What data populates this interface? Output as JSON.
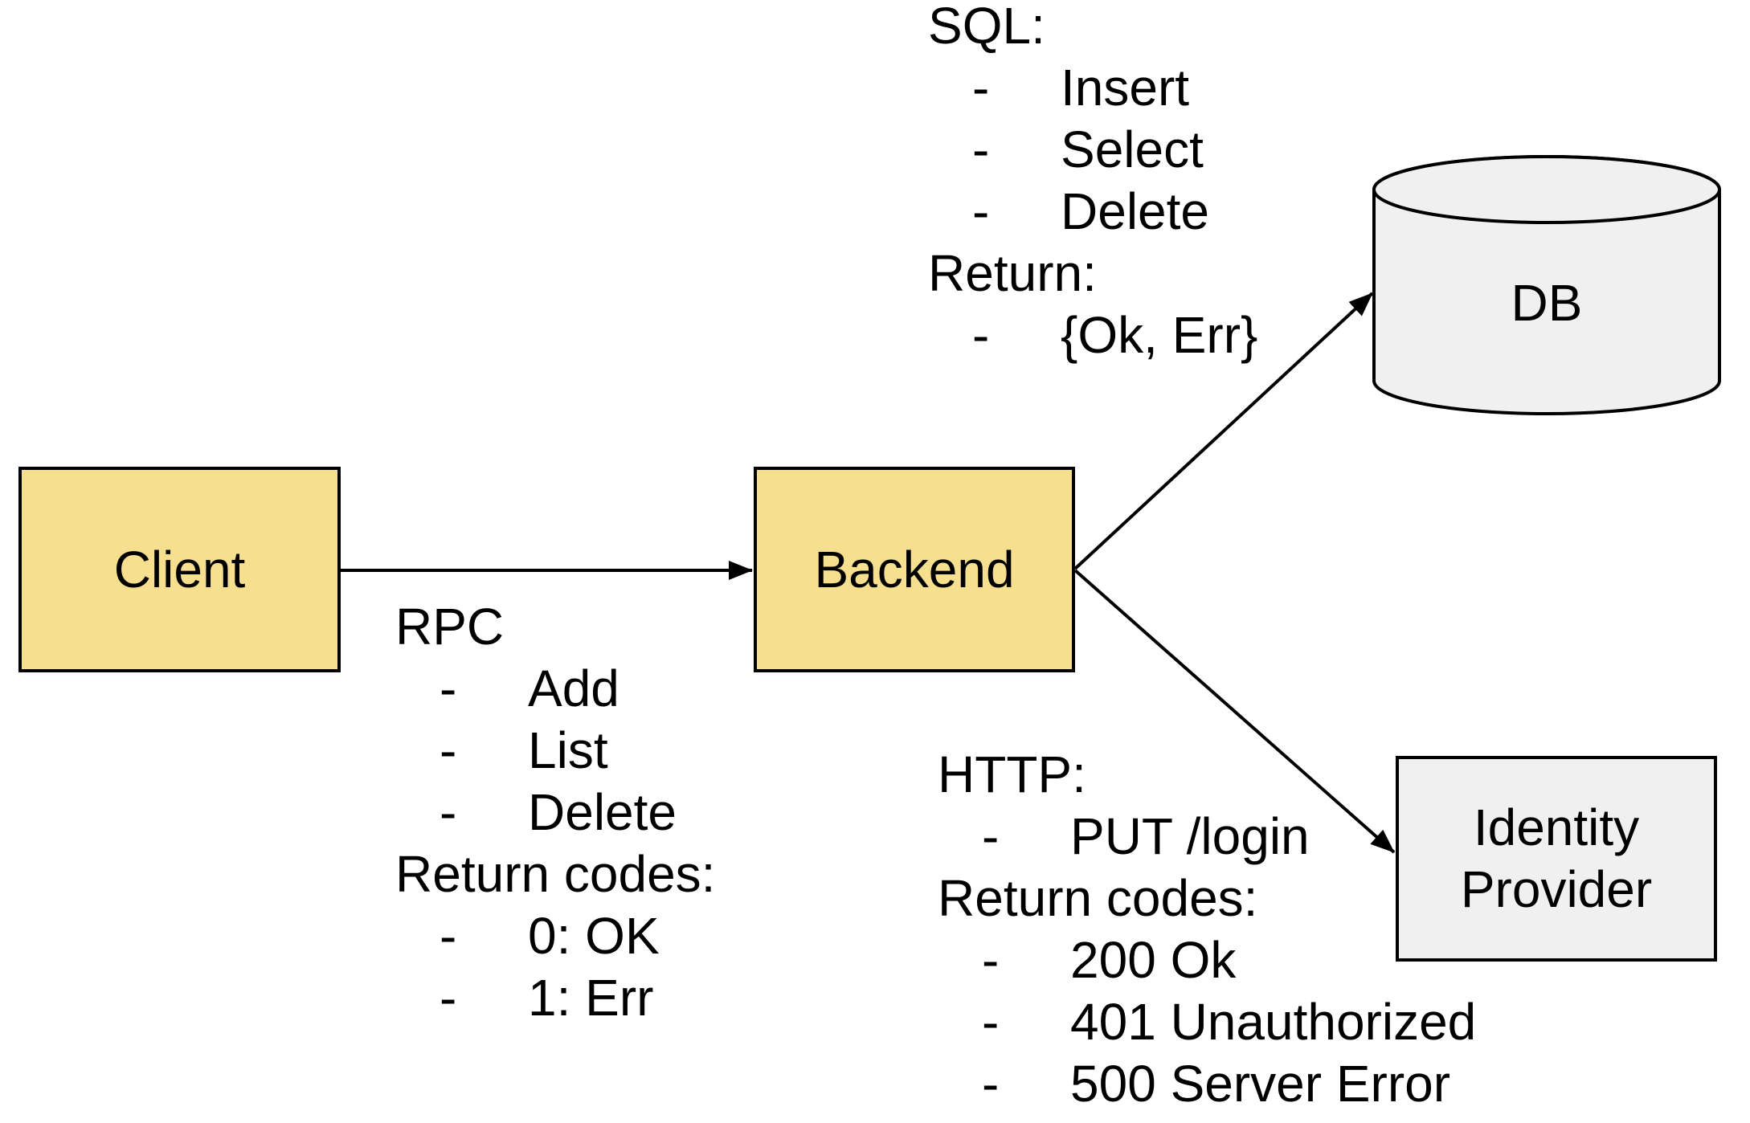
{
  "colors": {
    "canvas_bg": "#ffffff",
    "node_yellow": "#f6e08f",
    "node_gray": "#f0f0f0",
    "stroke": "#000000",
    "text": "#000000"
  },
  "nodes": {
    "client": {
      "label": "Client"
    },
    "backend": {
      "label": "Backend"
    },
    "db": {
      "label": "DB"
    },
    "identity_provider": {
      "label_line1": "Identity",
      "label_line2": "Provider"
    }
  },
  "notes": {
    "sql": {
      "lines": [
        {
          "dash": "",
          "text": "SQL:"
        },
        {
          "dash": "-",
          "text": "Insert"
        },
        {
          "dash": "-",
          "text": "Select"
        },
        {
          "dash": "-",
          "text": "Delete"
        },
        {
          "dash": "",
          "text": "Return:"
        },
        {
          "dash": "-",
          "text": "{Ok, Err}"
        }
      ]
    },
    "rpc": {
      "lines": [
        {
          "dash": "",
          "text": "RPC"
        },
        {
          "dash": "-",
          "text": "Add"
        },
        {
          "dash": "-",
          "text": "List"
        },
        {
          "dash": "-",
          "text": "Delete"
        },
        {
          "dash": "",
          "text": "Return codes:"
        },
        {
          "dash": "-",
          "text": "0: OK"
        },
        {
          "dash": "-",
          "text": "1: Err"
        }
      ]
    },
    "http": {
      "lines": [
        {
          "dash": "",
          "text": "HTTP:"
        },
        {
          "dash": "-",
          "text": "PUT /login"
        },
        {
          "dash": "",
          "text": "Return codes:"
        },
        {
          "dash": "-",
          "text": "200 Ok"
        },
        {
          "dash": "-",
          "text": "401 Unauthorized"
        },
        {
          "dash": "-",
          "text": "500 Server Error"
        }
      ]
    }
  }
}
